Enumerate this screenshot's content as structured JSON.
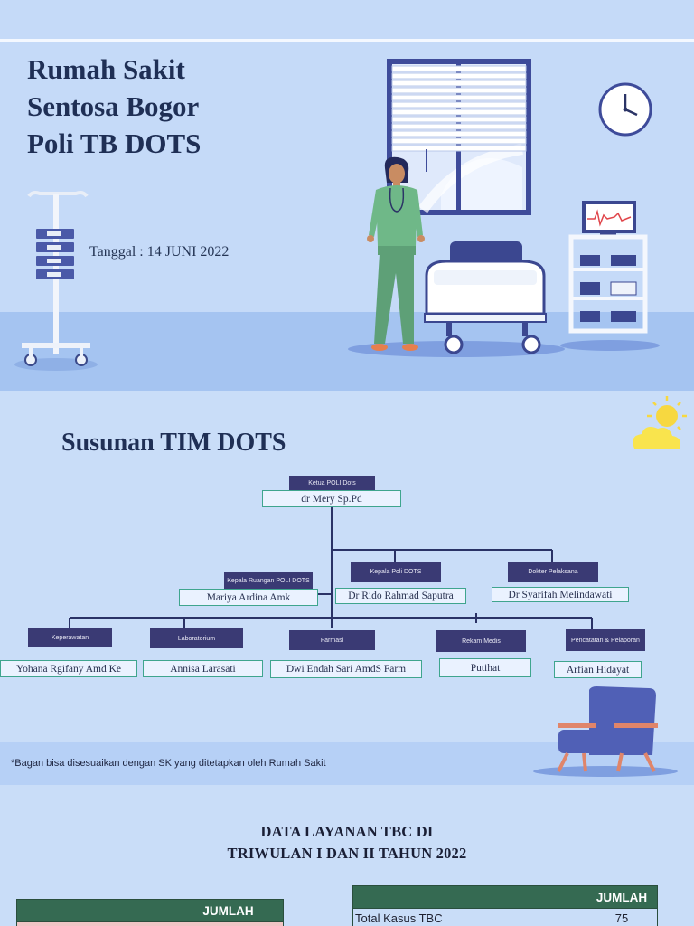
{
  "header": {
    "title_lines": [
      "Rumah Sakit",
      "Sentosa Bogor",
      "Poli TB DOTS"
    ],
    "date": "Tanggal : 14 JUNI 2022"
  },
  "org": {
    "title": "Susunan TIM DOTS",
    "chief": {
      "role": "Ketua POLI Dots",
      "name": "dr Mery Sp.Pd"
    },
    "level2": [
      {
        "role": "Kepala Ruangan POLI DOTS",
        "name": "Mariya Ardina Amk"
      },
      {
        "role": "Kepala Poli DOTS",
        "name": "Dr Rido Rahmad Saputra"
      },
      {
        "role": "Dokter Pelaksana",
        "name": "Dr Syarifah Melindawati"
      }
    ],
    "level3": [
      {
        "role": "Keperawatan",
        "name": "Yohana Rgifany Amd Ke"
      },
      {
        "role": "Laboratorium",
        "name": "Annisa Larasati"
      },
      {
        "role": "Farmasi",
        "name": "Dwi Endah Sari AmdS Farm"
      },
      {
        "role": "Rekam Medis",
        "name": "Putihat"
      },
      {
        "role": "Pencatatan & Pelaporan",
        "name": "Arfian Hidayat"
      }
    ],
    "footnote": "*Bagan bisa disesuaikan dengan SK yang ditetapkan oleh Rumah Sakit"
  },
  "data_section": {
    "title_line1": "DATA LAYANAN TBC DI",
    "title_line2": "TRIWULAN I DAN II TAHUN 2022",
    "table_left": {
      "header_blank": "",
      "header_col": "JUMLAH"
    },
    "table_right": {
      "header_blank": "",
      "header_col": "JUMLAH",
      "rows": [
        {
          "label": "Total Kasus TBC",
          "value": "75"
        }
      ]
    }
  },
  "colors": {
    "title": "#1f2f55",
    "role_box": "#3a3a74",
    "name_border": "#3fa58e",
    "table_header": "#356a52",
    "background": "#c5daf8"
  }
}
